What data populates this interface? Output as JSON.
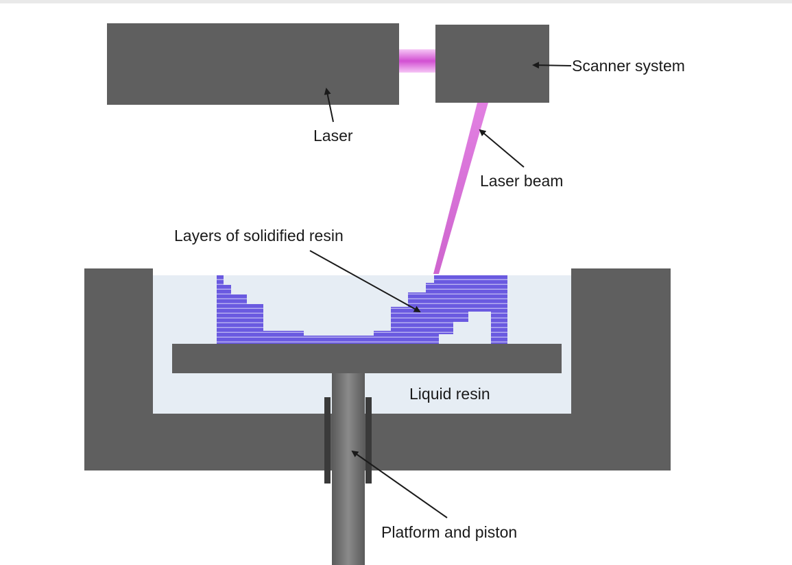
{
  "labels": {
    "laser": "Laser",
    "scanner_system": "Scanner system",
    "laser_beam": "Laser beam",
    "layers": "Layers of solidified resin",
    "liquid_resin": "Liquid resin",
    "platform_piston": "Platform and piston"
  },
  "colors": {
    "body": "#5f5f5f",
    "body_edge": "#4a4a4a",
    "resin": "#e6edf4",
    "solid_layers": "#6a5ae0",
    "solid_layer_lines": "#b9b2f2",
    "beam": "#d65fd6",
    "connector": "#e070e0",
    "piston_guides": "#3a3a3a",
    "arrow": "#1a1a1a",
    "text": "#1a1a1a"
  }
}
